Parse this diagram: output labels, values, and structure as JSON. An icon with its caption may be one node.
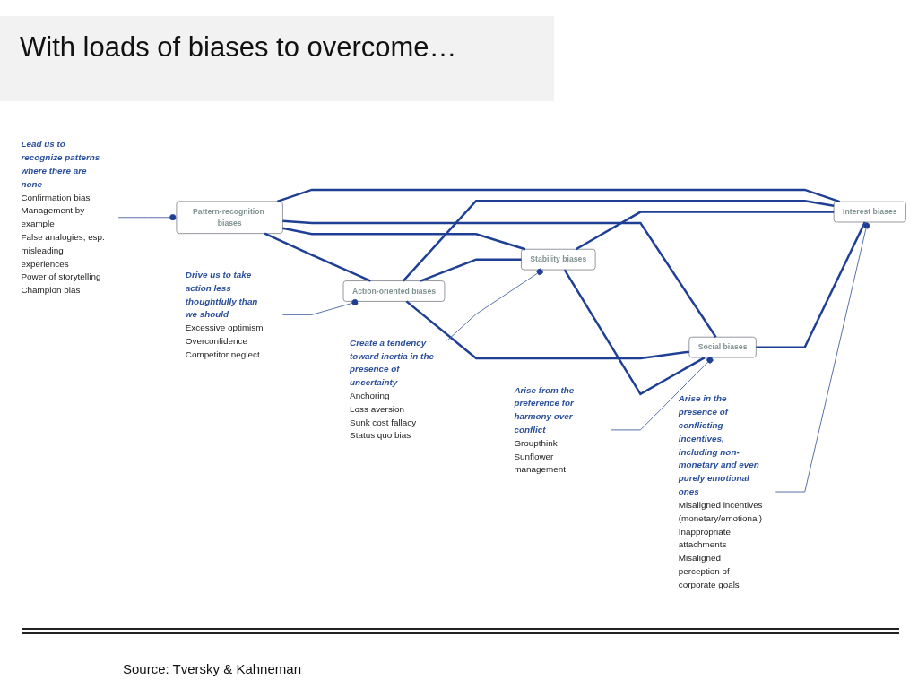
{
  "diagram": {
    "title": "With loads of biases to overcome…",
    "caption": "Source: Tversky & Kahneman",
    "nodes": [
      {
        "text": [
          "Pattern-recognition biases"
        ]
      },
      {
        "text": [
          "Lead us to recognize patterns where there are none",
          "Confirmation bias",
          "Management by example",
          "False analogies, esp. misleading experiences",
          "Power of storytelling",
          "Champion bias"
        ]
      },
      {
        "text": [
          "Drive us to take action less thoughtfully than we should",
          "Excessive optimism",
          "Overconfidence",
          "Competitor neglect"
        ]
      },
      {
        "text": [
          "Action-oriented biases"
        ]
      },
      {
        "text": [
          "Stability biases"
        ]
      },
      {
        "text": [
          "Create a tendency toward inertia in the presence of uncertainty",
          "Anchoring",
          "Loss aversion",
          "Sunk cost fallacy",
          "Status quo bias"
        ]
      },
      {
        "text": [
          "Social biases"
        ]
      },
      {
        "text": [
          "Interest biases"
        ]
      },
      {
        "text": [
          "Arise from the preference for harmony over conflict",
          "Groupthink",
          "Sunflower management"
        ]
      },
      {
        "text": [
          "Arise in the presence of conflicting incentives, including non-monetary and even purely emotional ones",
          "Misaligned incentives (monetary/emotional)",
          "Inappropriate attachments",
          "Misaligned perception of corporate goals"
        ]
      }
    ],
    "edges": [
      {
        "from": 0,
        "to": 3,
        "arrow": "none"
      },
      {
        "from": 0,
        "to": 4,
        "arrow": "none"
      },
      {
        "from": 0,
        "to": 6,
        "arrow": "none"
      },
      {
        "from": 0,
        "to": 7,
        "arrow": "none"
      },
      {
        "from": 3,
        "to": 4,
        "arrow": "none"
      },
      {
        "from": 3,
        "to": 6,
        "arrow": "none"
      },
      {
        "from": 3,
        "to": 7,
        "arrow": "none"
      },
      {
        "from": 4,
        "to": 6,
        "arrow": "none"
      },
      {
        "from": 4,
        "to": 7,
        "arrow": "none"
      },
      {
        "from": 6,
        "to": 7,
        "arrow": "none"
      },
      {
        "from": 1,
        "to": 0,
        "arrow": "other",
        "color": "#5470a8"
      },
      {
        "from": 2,
        "to": 3,
        "arrow": "other",
        "color": "#5470a8"
      },
      {
        "from": 5,
        "to": 4,
        "arrow": "other",
        "color": "#5470a8"
      },
      {
        "from": 8,
        "to": 6,
        "arrow": "other",
        "color": "#5470a8"
      },
      {
        "from": 9,
        "to": 7,
        "arrow": "other",
        "color": "#5470a8"
      }
    ]
  }
}
